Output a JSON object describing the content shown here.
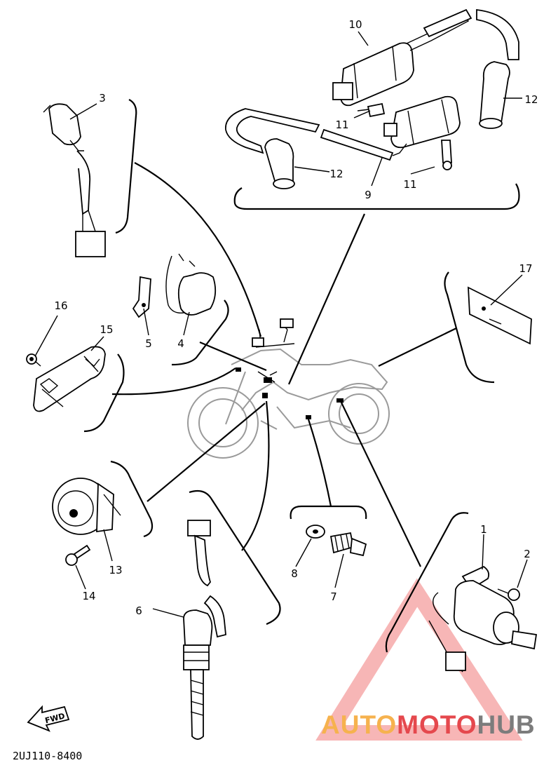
{
  "part_labels": {
    "p1": "1",
    "p2": "2",
    "p3": "3",
    "p4": "4",
    "p5": "5",
    "p6": "6",
    "p7": "7",
    "p8": "8",
    "p9": "9",
    "p10": "10",
    "p11a": "11",
    "p11b": "11",
    "p12a": "12",
    "p12b": "12",
    "p13": "13",
    "p14": "14",
    "p15": "15",
    "p16": "16",
    "p17": "17"
  },
  "fwd_arrow_text": "FWD",
  "diagram_code": "2UJ110-8400",
  "watermark": {
    "part1": "AUTO",
    "part2": "MOTO",
    "part3": "HUB",
    "color_orange": "#f6b24e",
    "color_red": "#e5484d",
    "color_grey": "#7c7c7c"
  }
}
